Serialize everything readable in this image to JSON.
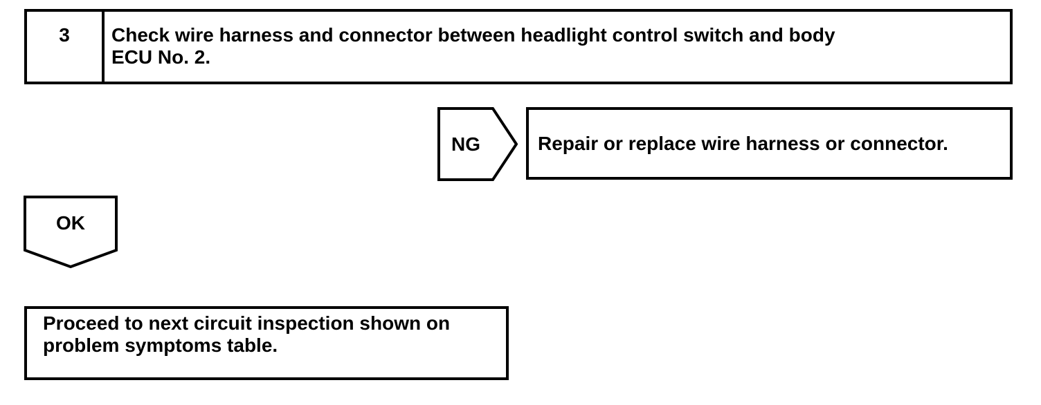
{
  "page": {
    "background_color": "#ffffff",
    "line_color": "#000000"
  },
  "flowchart": {
    "step_box": {
      "number": "3",
      "instruction_lines": [
        "Check wire harness and connector between headlight control switch and body",
        "ECU No. 2."
      ]
    },
    "ng_branch": {
      "connector_label": "NG",
      "result_text": "Repair or replace wire harness or connector."
    },
    "ok_branch": {
      "connector_label": "OK",
      "result_lines": [
        "Proceed to next circuit inspection shown on",
        "problem symptoms table."
      ]
    }
  }
}
